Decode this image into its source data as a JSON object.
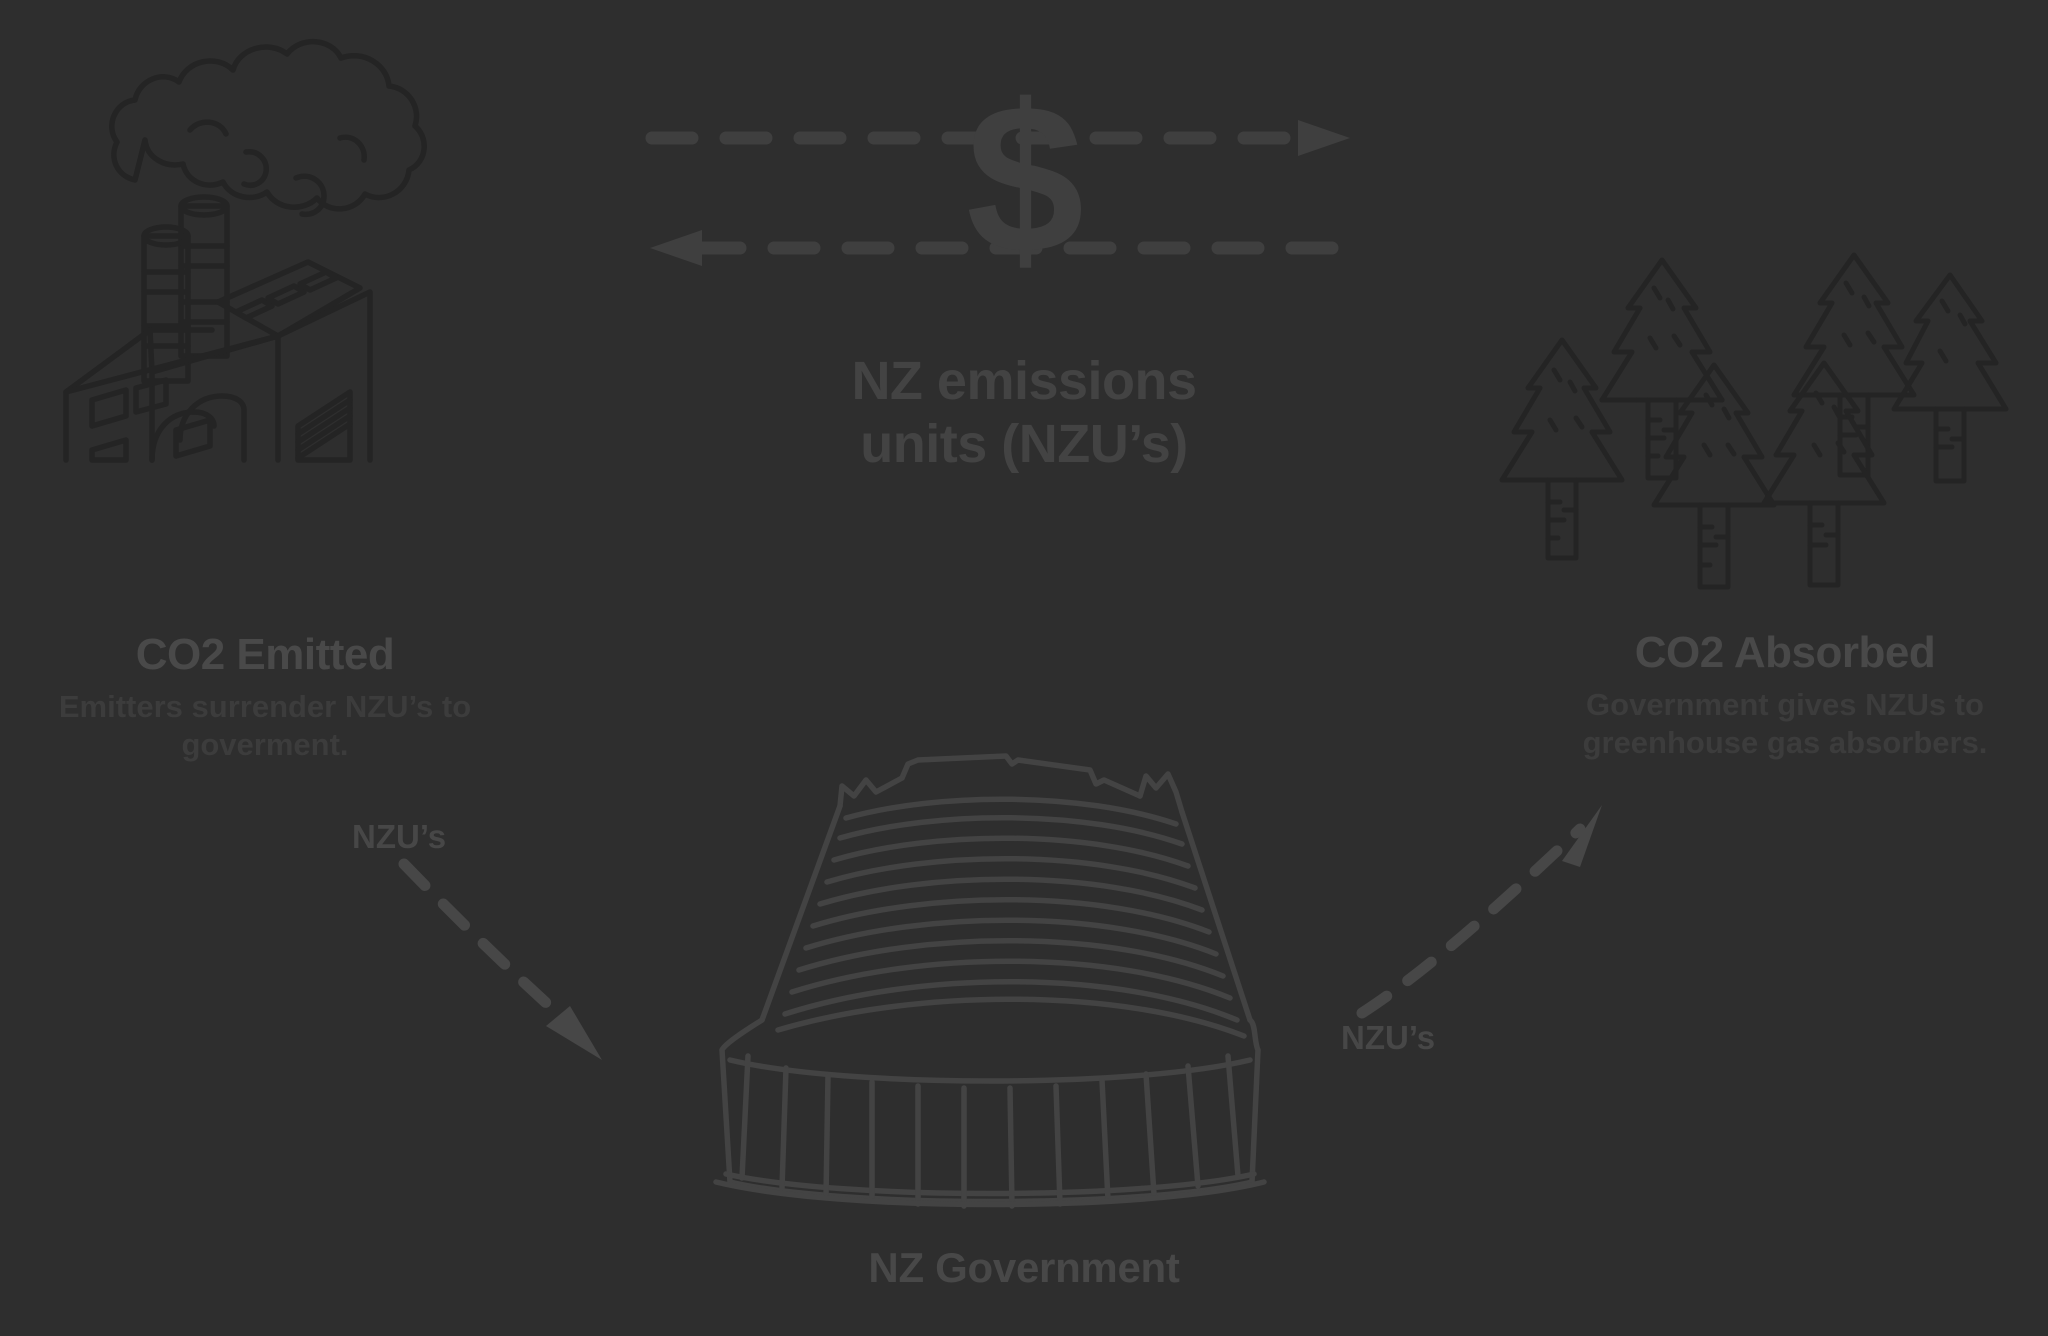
{
  "diagram": {
    "background_color": "#2e2e2e",
    "line_color": "#242424",
    "heading_color": "#494949",
    "body_text_color": "#3c3c3c",
    "arrow_color": "#3f3f3f"
  },
  "center": {
    "title": "NZ emissions\nunits (NZU’s)",
    "currency_symbol": "$",
    "arrow_top_direction": "right",
    "arrow_bottom_direction": "left"
  },
  "left": {
    "icon": "factory-smokestack-icon",
    "heading": "CO2 Emitted",
    "description": "Emitters surrender NZU’s to goverment.",
    "flow_label": "NZU’s"
  },
  "right": {
    "icon": "pine-forest-icon",
    "heading": "CO2 Absorbed",
    "description": "Government gives NZUs to greenhouse gas absorbers.",
    "flow_label": "NZU’s"
  },
  "bottom": {
    "icon": "beehive-parliament-icon",
    "label": "NZ Government"
  }
}
